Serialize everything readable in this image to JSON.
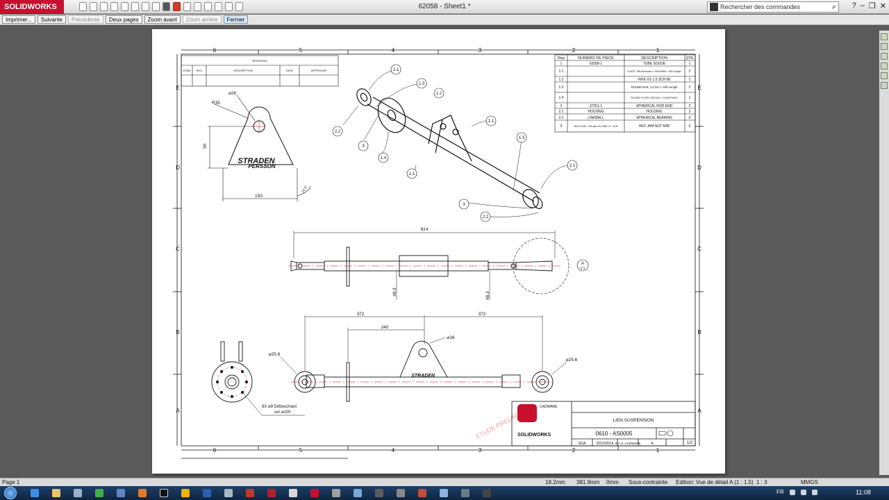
{
  "app": {
    "brand": "SOLIDWORKS",
    "window_title": "62058 - Sheet1 *"
  },
  "search": {
    "placeholder": "Rechercher des commandes"
  },
  "window_controls": {
    "help": "?",
    "minimize": "–",
    "restore": "❐",
    "close": "✕"
  },
  "toolbar": {
    "print": "Imprimer...",
    "next": "Suivante",
    "previous": "Précédente",
    "two_pages": "Deux pages",
    "zoom_in": "Zoom avant",
    "zoom_out": "Zoom arrière",
    "close": "Fermer"
  },
  "drawing": {
    "zones_cols": [
      "6",
      "5",
      "4",
      "3",
      "2",
      "1"
    ],
    "zones_rows": [
      "E",
      "D",
      "C",
      "B",
      "A"
    ],
    "bom_headers": [
      "Rep",
      "NUMERO DE PIECE",
      "DESCRIPTION",
      "QTE"
    ],
    "bom_rows": [
      [
        "1",
        "62058-1",
        "TUBE SOUDE",
        "1"
      ],
      [
        "1.1",
        "",
        "PLATE, SW-thickness × SW-Width × SW-Length",
        "2"
      ],
      [
        "1.2",
        "",
        "PIPE XS 1.5 SCH 80",
        "1"
      ],
      [
        "1.3",
        "",
        "ROUND BAR, 2.0 DIA × SW-Length",
        "2"
      ],
      [
        "1.4",
        "",
        "ROUND PLATE 125 DIA × 10 MATHICK",
        "1"
      ],
      [
        "2",
        "37261-1",
        "SPHERICAL ROD END",
        "2"
      ],
      [
        "2.1",
        "HOUSING",
        "HOUSING",
        "2"
      ],
      [
        "2.2",
        "LINKBALL",
        "SPHERICAL BEARING",
        "2"
      ],
      [
        "3",
        "B18.2.4.5M - Hex jam nut, M36 × 4 --W-N",
        "HEX JAM NUT M36",
        "2"
      ]
    ],
    "revision": {
      "title": "REVISIONS",
      "headers": [
        "ZONE",
        "REV.",
        "DESCRIPTION",
        "DATE",
        "APPROUVÉ"
      ]
    },
    "bracket": {
      "dia": "⌀26",
      "radius": "R35",
      "height": "90",
      "width": "150",
      "text1": "STRADEN",
      "text2": "PERSSON",
      "angle": "22.5°"
    },
    "front": {
      "length": "814",
      "dia_left": "48.3",
      "dia_right": "48.3",
      "detail": "A",
      "scale": "1:1"
    },
    "bottom": {
      "dim_a": "372",
      "dim_b": "372",
      "dim_c": "240",
      "dia_top": "⌀26",
      "dia_left": "⌀25.6",
      "dia_right": "⌀25.6"
    },
    "flange": {
      "note1": "8X ⌀9 Débouchant",
      "note2": "sur ⌀100"
    },
    "balloons": [
      "2.1",
      "1.3",
      "1.2",
      "2.2",
      "3",
      "1.4",
      "1.1",
      "1.1",
      "1.3",
      "2.1",
      "3",
      "2.2"
    ],
    "watermark": "ETUDE PRELIMINAIRE",
    "title_block": {
      "company": "CADWARE",
      "part_title": "LIEN SUSPENSION",
      "drawing_number": "0610 - AS0005",
      "designer": "SGA",
      "date": "20/10/2014",
      "owner": "S.A.S. CADWARE",
      "size": "A",
      "sheet": "1/2",
      "brand": "SOLIDWORKS"
    }
  },
  "statusbar": {
    "page": "Page 1",
    "x": "18.2mm",
    "y": "381.9mm",
    "z": "0mm",
    "constraint": "Sous-contrainte",
    "editing": "Edition: Vue de détail A (1 : 1.5)",
    "scale": "1 : 3",
    "units": "MMGS"
  },
  "taskbar": {
    "lang": "FR",
    "time": "11:08"
  }
}
